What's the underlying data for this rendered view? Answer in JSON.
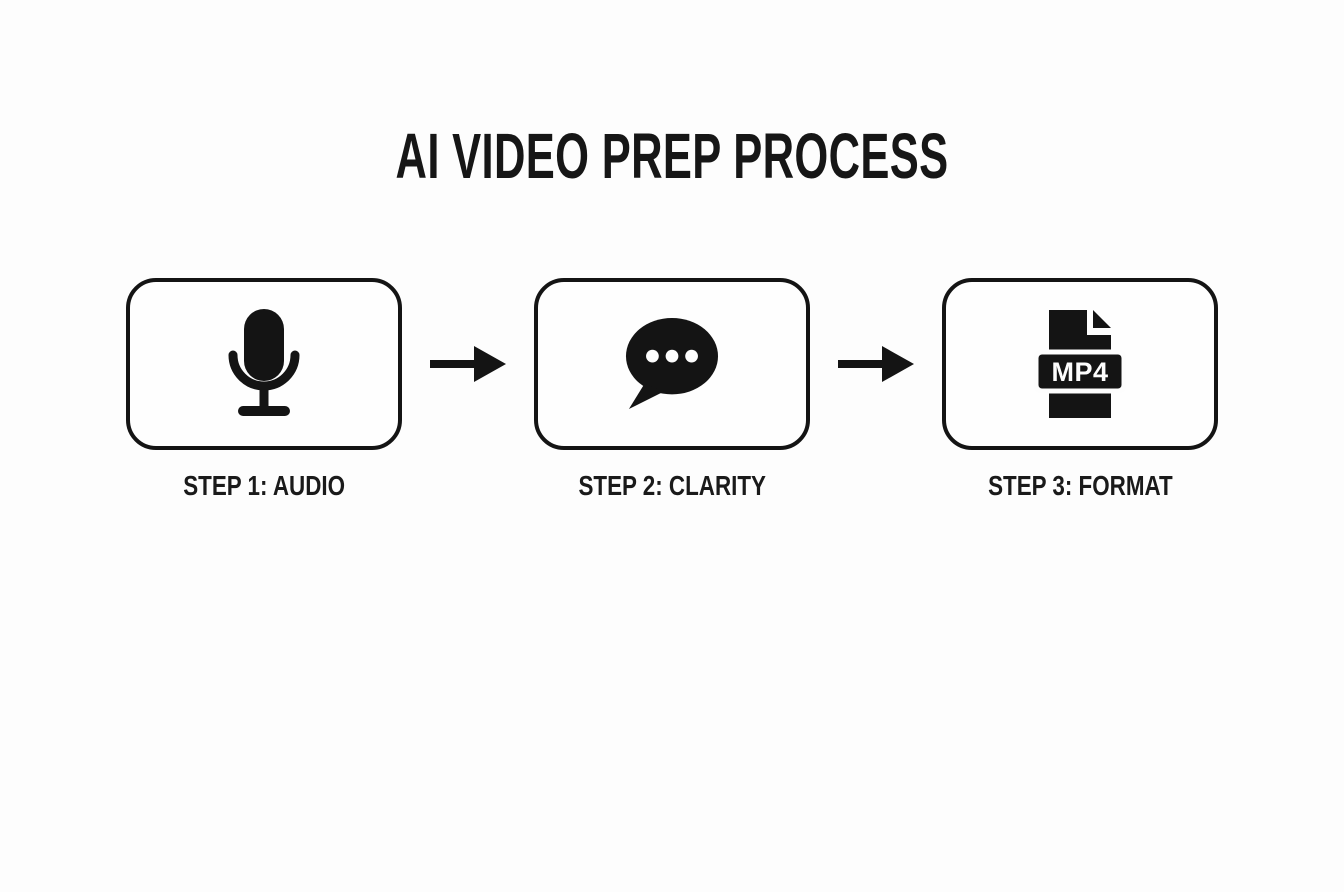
{
  "title": "AI VIDEO PREP PROCESS",
  "colors": {
    "background": "#fdfdfd",
    "ink": "#141414"
  },
  "steps": [
    {
      "label": "STEP 1: AUDIO",
      "icon": "microphone-icon"
    },
    {
      "label": "STEP 2: CLARITY",
      "icon": "speech-bubble-icon"
    },
    {
      "label": "STEP 3: FORMAT",
      "icon": "mp4-file-icon",
      "icon_text": "MP4"
    }
  ],
  "connectors": [
    {
      "icon": "arrow-right-icon"
    },
    {
      "icon": "arrow-right-icon"
    }
  ]
}
